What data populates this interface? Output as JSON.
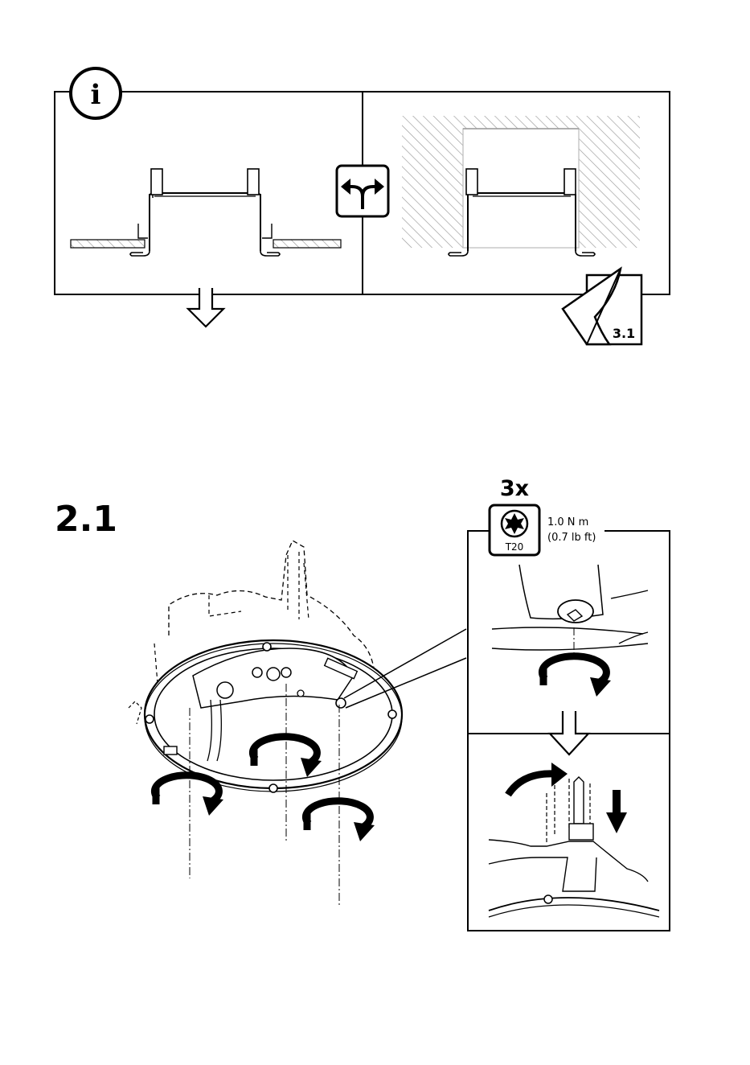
{
  "info_panel": {
    "icon": "info-icon",
    "info_letter": "i",
    "split_icon": "branch-arrow-icon",
    "down_arrow_icon": "hollow-down-arrow-icon",
    "page_ref_icon": "page-turn-icon",
    "page_ref_label": "3.1"
  },
  "step": {
    "number": "2.1",
    "quantity": "3x",
    "tool_icon": "torx-bit-icon",
    "tool_label": "T20",
    "torque_nm": "1.0 N m",
    "torque_lbft": "(0.7 lb ft)",
    "rotate_icon": "rotate-clockwise-icon",
    "push_icon": "down-arrow-icon"
  }
}
